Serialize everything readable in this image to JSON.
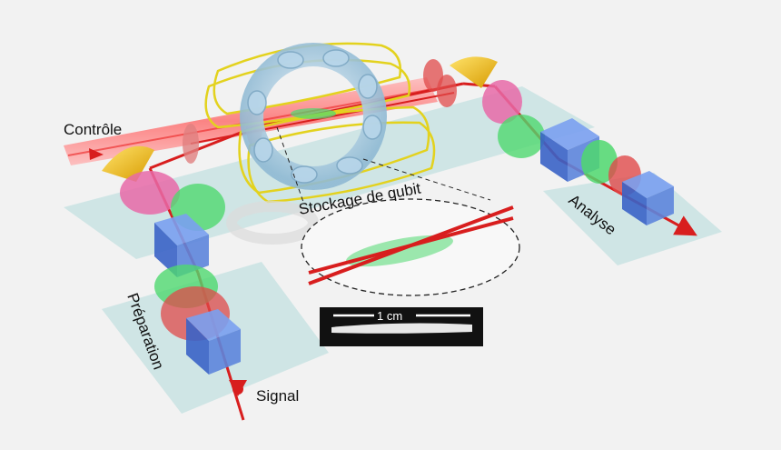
{
  "labels": {
    "control": "Contrôle",
    "storage": "Stockage de qubit",
    "analysis": "Analyse",
    "preparation": "Préparation",
    "signal": "Signal",
    "scale": "1 cm"
  },
  "colors": {
    "laser": "#d81e1e",
    "control_beam": "#ff6f6f",
    "green_optic": "#4fd86f",
    "pink_optic": "#e86aa8",
    "red_optic": "#e04a4a",
    "blue_cube": "#4e7fe0",
    "mirror": "#f0c21a",
    "coil": "#e3d21e",
    "platform": "#c9e3e3",
    "cell": "#9cc4dc"
  }
}
